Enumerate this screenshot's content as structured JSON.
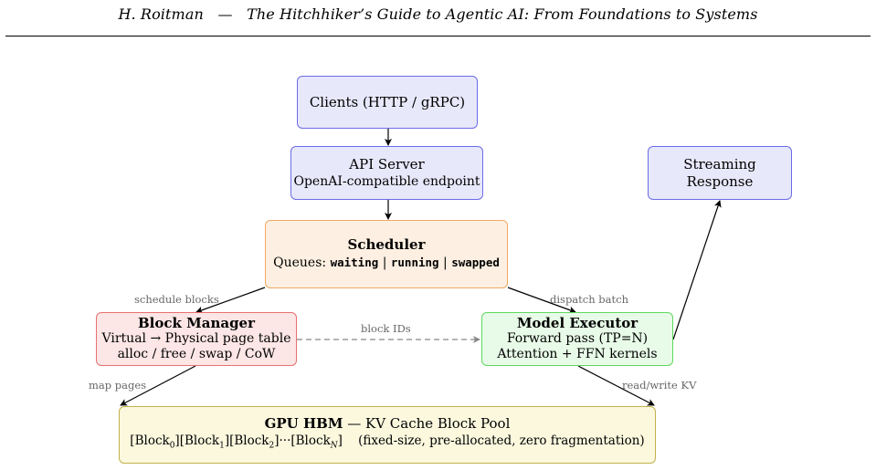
{
  "header": {
    "author": "H. Roitman",
    "separator": "—",
    "title": "The Hitchhiker’s Guide to Agentic AI: From Foundations to Systems"
  },
  "nodes": {
    "clients": {
      "label": "Clients (HTTP / gRPC)"
    },
    "api_server": {
      "title": "API Server",
      "subtitle": "OpenAI-compatible endpoint"
    },
    "streaming": {
      "line1": "Streaming",
      "line2": "Response"
    },
    "scheduler": {
      "title": "Scheduler",
      "queues_prefix": "Queues: ",
      "queue_waiting": "waiting",
      "queue_running": "running",
      "queue_swapped": "swapped",
      "sep": " | "
    },
    "block_manager": {
      "title": "Block Manager",
      "line1": "Virtual → Physical page table",
      "line2": "alloc / free / swap / CoW"
    },
    "model_executor": {
      "title": "Model Executor",
      "line1": "Forward pass (TP=N)",
      "line2": "Attention + FFN kernels"
    },
    "gpu_hbm": {
      "title_bold": "GPU HBM",
      "title_rest": " — KV Cache Block Pool",
      "block_word": "Block",
      "sub0": "0",
      "sub1": "1",
      "sub2": "2",
      "subN": "N",
      "ellipsis": "···",
      "note": "(fixed-size, pre-allocated, zero fragmentation)"
    }
  },
  "edge_labels": {
    "schedule_blocks": "schedule blocks",
    "dispatch_batch": "dispatch batch",
    "block_ids": "block IDs",
    "map_pages": "map pages",
    "read_write_kv": "read/write KV"
  },
  "colors": {
    "blue_fill": "#e8e8fb",
    "blue_stroke": "#6b6be6",
    "orange_fill": "#fdf0e2",
    "orange_stroke": "#f0a860",
    "red_fill": "#fde6e6",
    "red_stroke": "#e87070",
    "green_fill": "#e8fbe8",
    "green_stroke": "#5fd85f",
    "yellow_fill": "#fbf8de",
    "yellow_stroke": "#c2b24c"
  }
}
